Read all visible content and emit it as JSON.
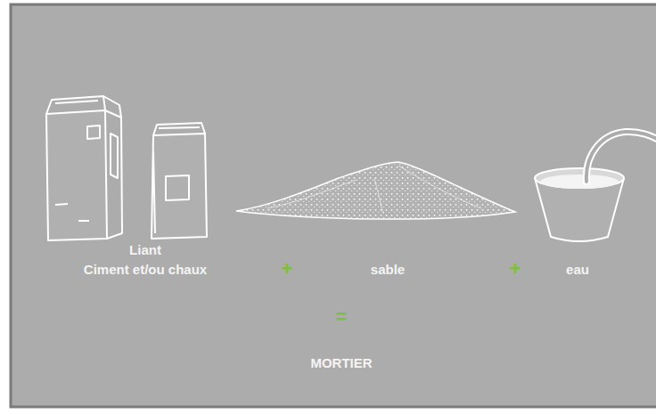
{
  "diagram": {
    "labels": [
      "Liant",
      "Ciment et/ou chaux",
      "+",
      "sable",
      "+",
      "eau",
      "=",
      "MORTIER"
    ]
  }
}
